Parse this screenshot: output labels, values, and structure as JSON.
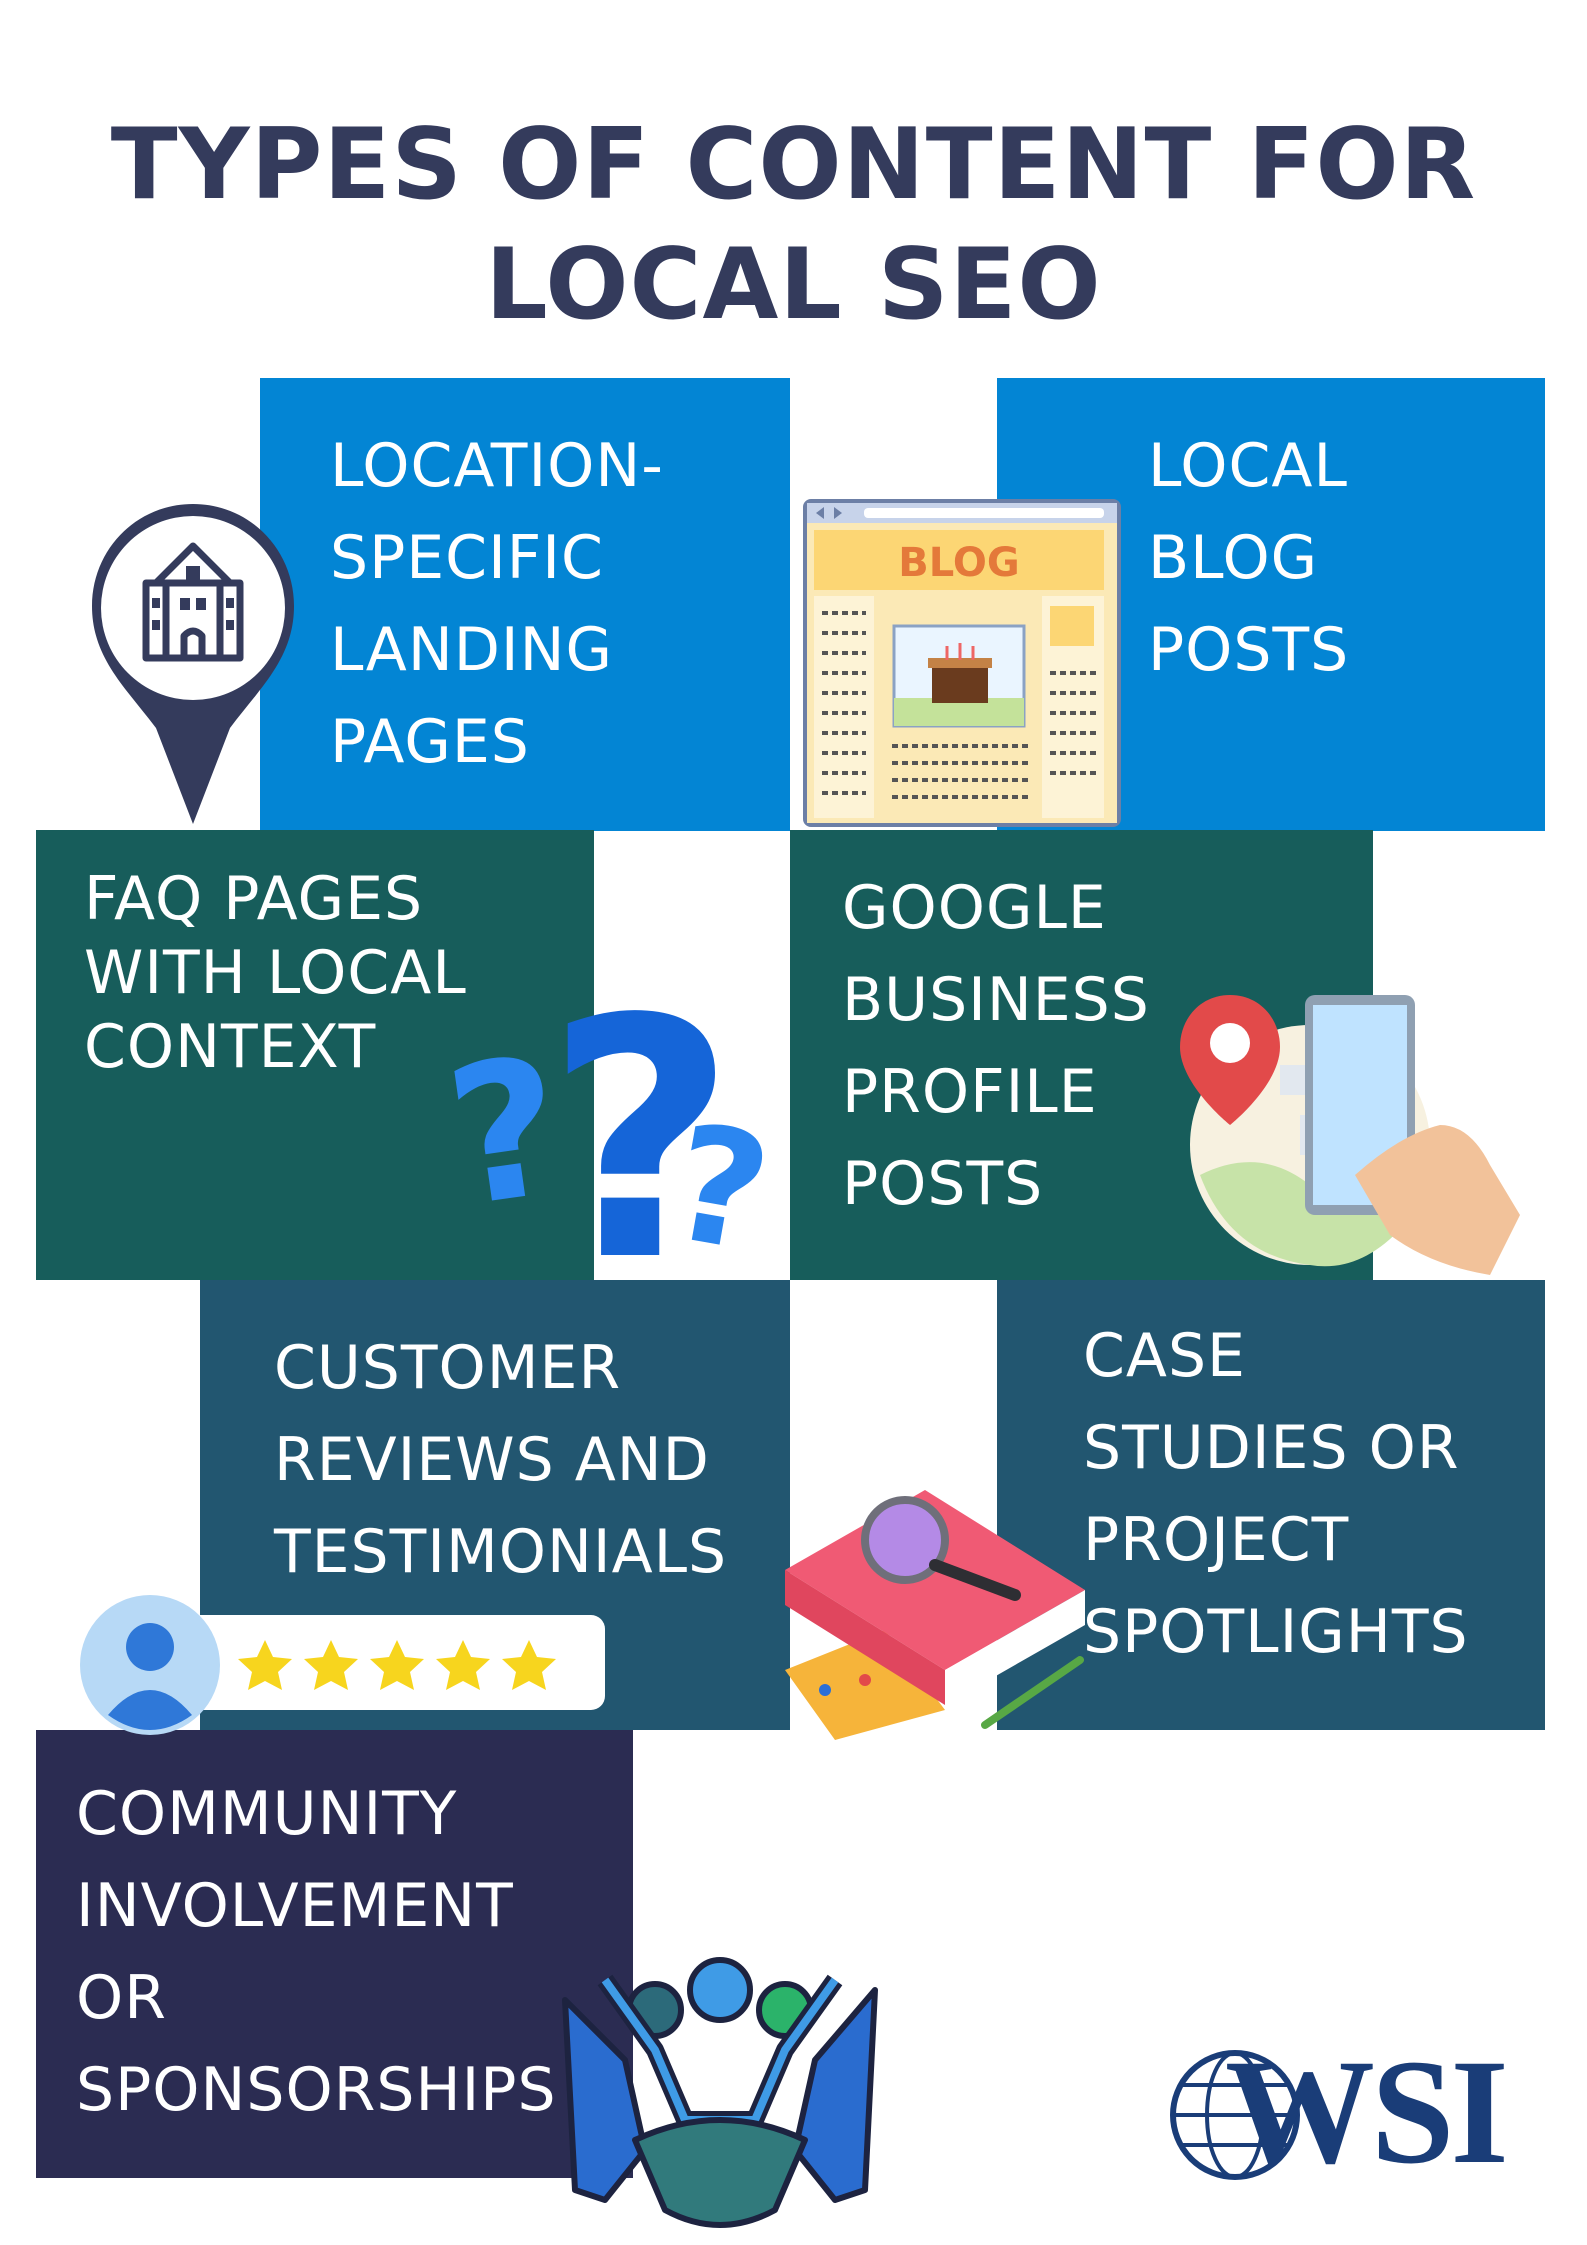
{
  "title_line1": "TYPES OF CONTENT FOR",
  "title_line2": "LOCAL SEO",
  "colors": {
    "title": "#343b5c",
    "blue": "#0385d4",
    "dark_green": "#175d5b",
    "teal_blue": "#225670",
    "navy": "#2b2c52",
    "logo": "#1a3d78"
  },
  "tiles": {
    "landing": "LOCATION-\nSPECIFIC\nLANDING\nPAGES",
    "blog": "LOCAL\nBLOG\nPOSTS",
    "faq": "FAQ PAGES\nWITH LOCAL\nCONTEXT",
    "gbp": "GOOGLE\nBUSINESS\nPROFILE\nPOSTS",
    "reviews": "CUSTOMER\nREVIEWS AND\nTESTIMONIALS",
    "case": "CASE\nSTUDIES OR\nPROJECT\nSPOTLIGHTS",
    "community": "COMMUNITY\nINVOLVEMENT\nOR\nSPONSORSHIPS"
  },
  "blog_badge": "BLOG",
  "rating_stars": 5,
  "logo_text": "WSI",
  "icons": [
    "map-pin-building-icon",
    "blog-page-icon",
    "question-marks-icon",
    "map-phone-icon",
    "user-rating-icon",
    "case-study-folder-icon",
    "community-handshake-icon"
  ]
}
